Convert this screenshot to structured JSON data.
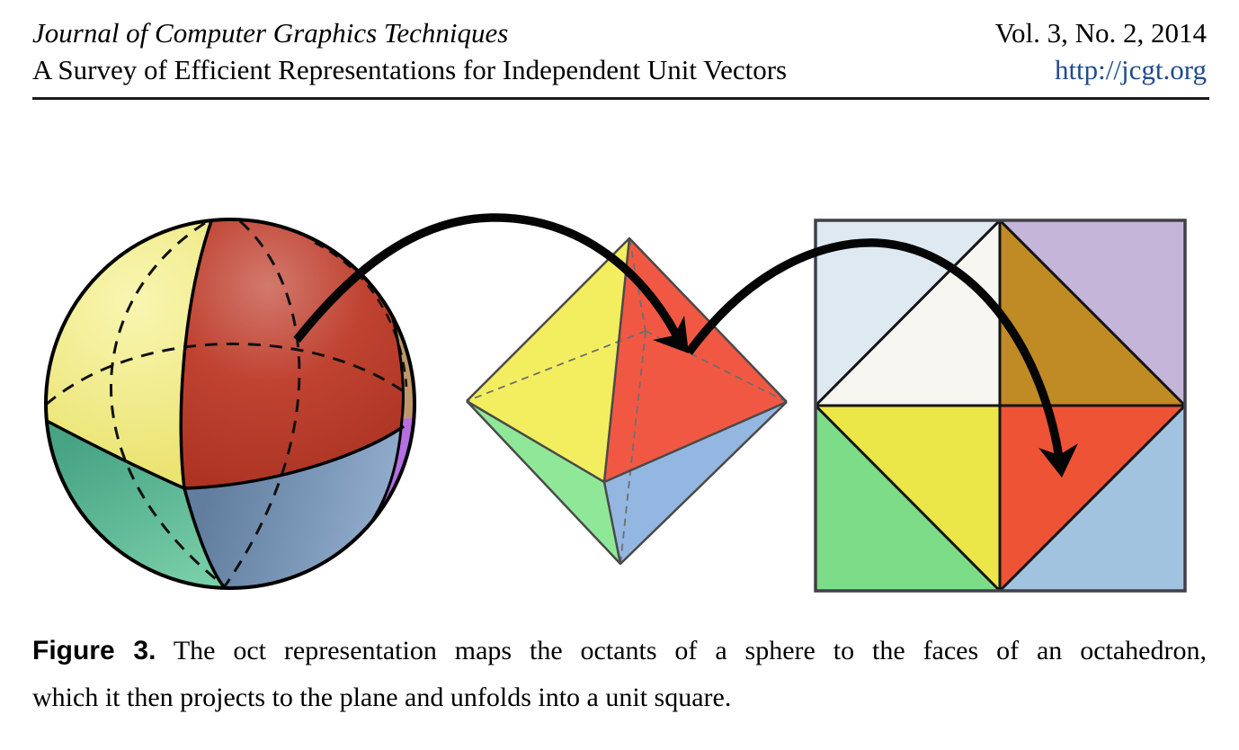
{
  "header": {
    "journal_title": "Journal of Computer Graphics Techniques",
    "paper_title": "A Survey of Efficient Representations for Independent Unit Vectors",
    "volume_info": "Vol. 3, No. 2, 2014",
    "journal_url": "http://jcgt.org"
  },
  "caption": {
    "label": "Figure 3.",
    "line1": "The oct representation maps the octants of a sphere to the faces of an octahedron,",
    "line2": "which it then projects to the plane and unfolds into a unit square."
  },
  "colors": {
    "link": "#1d4c8f",
    "arrow": "#050505",
    "sphere": {
      "outline": "#000000",
      "dash": "#111111",
      "yellow_hi": "#f9f6b2",
      "yellow": "#e9e26b",
      "red_hi": "#d2796d",
      "red": "#c04331",
      "red_dark": "#a93120",
      "teal_top": "#46a384",
      "teal_bottom": "#79cfa8",
      "blue_left": "#617e9f",
      "blue_right": "#97b2d2",
      "tan": "#c0976b",
      "purple": "#b56fe0"
    },
    "octahedron": {
      "yellow": "#f3ee60",
      "red": "#f15843",
      "green": "#8fe897",
      "blue": "#94b7e1",
      "edge": "#4a4a4a",
      "hidden_edge": "#6e6e6e"
    },
    "square": {
      "corner_top_left": "#dee9f2",
      "inner_top_left": "#f7f6f0",
      "corner_top_right": "#c5b5d8",
      "inner_top_right": "#c08a25",
      "corner_bottom_left": "#7cdc88",
      "inner_bottom_left": "#ebe748",
      "inner_bottom_right": "#ee5336",
      "corner_bottom_right": "#a2c3df",
      "border": "#3f4049",
      "line": "#141414"
    }
  }
}
